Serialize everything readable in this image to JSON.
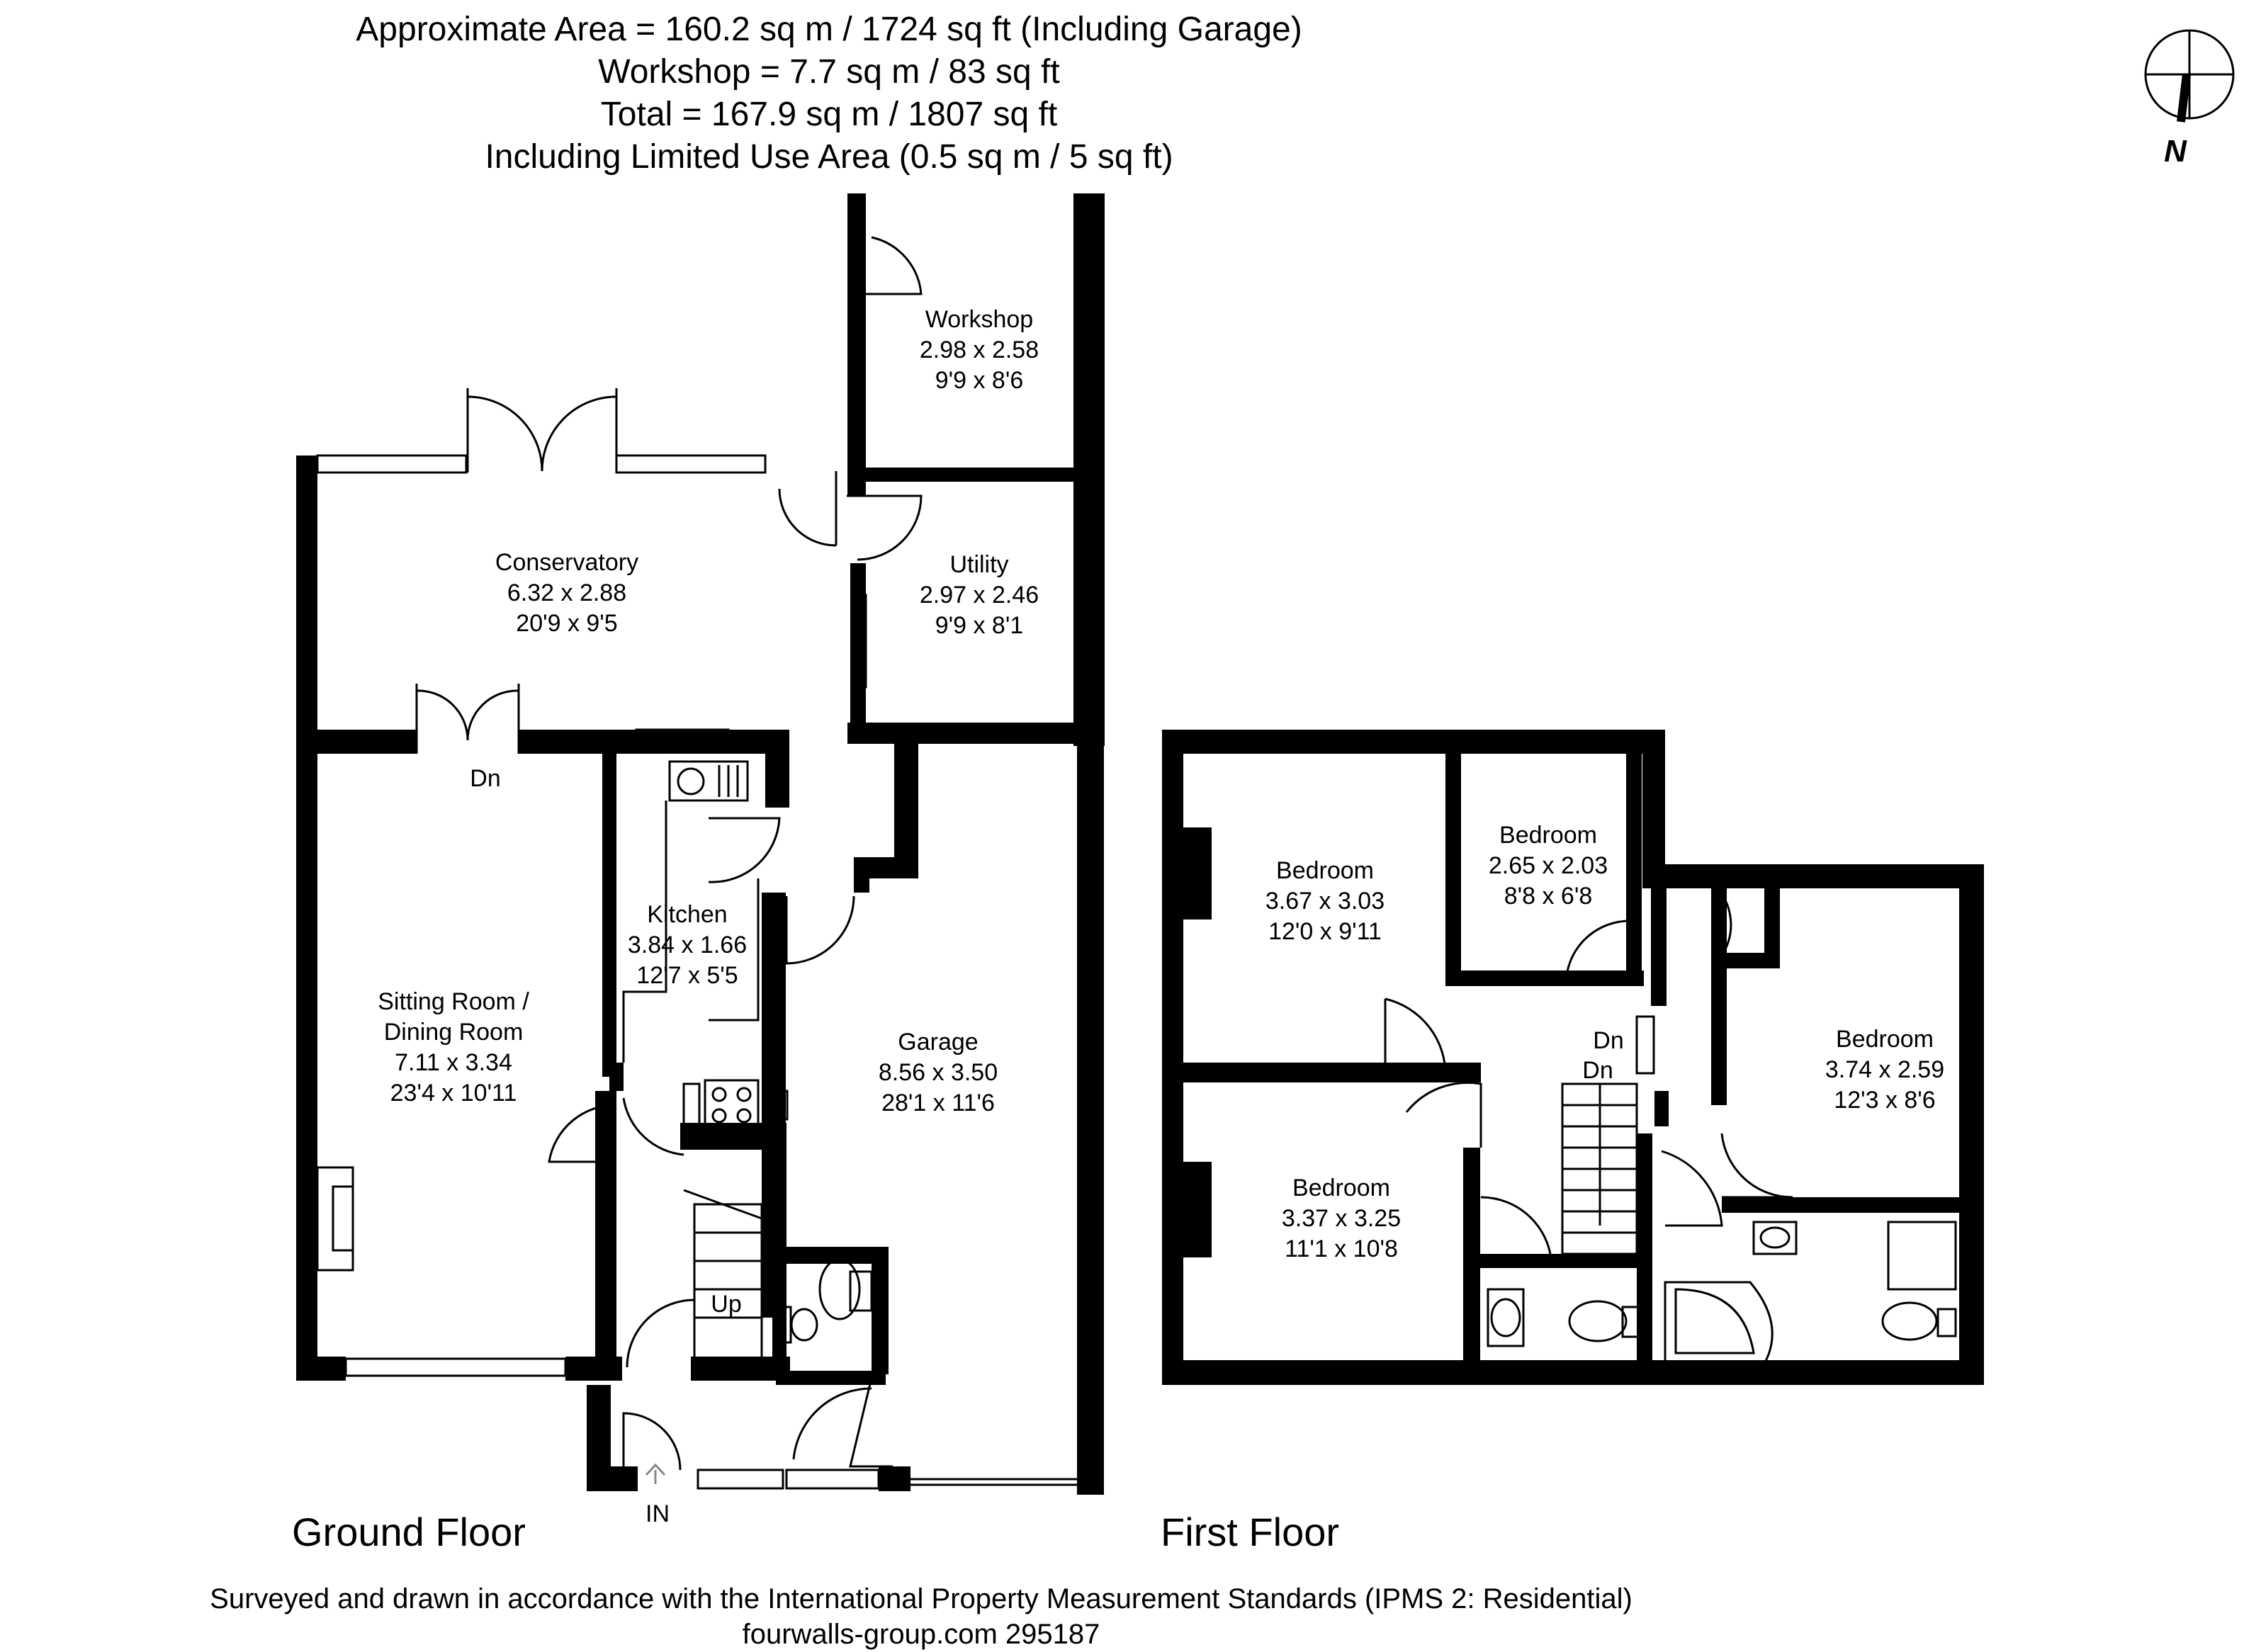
{
  "header": {
    "line1": "Approximate  Area = 160.2 sq m / 1724 sq ft (Including Garage)",
    "line2": "Workshop = 7.7 sq m / 83 sq ft",
    "line3": "Total = 167.9 sq m / 1807 sq ft",
    "line4": "Including Limited Use Area (0.5 sq m / 5 sq ft)"
  },
  "compass": {
    "label": "N"
  },
  "floors": {
    "ground": "Ground Floor",
    "first": "First Floor"
  },
  "ground_rooms": {
    "workshop": {
      "name": "Workshop",
      "metric": "2.98 x 2.58",
      "imperial": "9'9 x 8'6"
    },
    "conservatory": {
      "name": "Conservatory",
      "metric": "6.32 x 2.88",
      "imperial": "20'9 x 9'5"
    },
    "utility": {
      "name": "Utility",
      "metric": "2.97 x 2.46",
      "imperial": "9'9 x 8'1"
    },
    "kitchen": {
      "name": "Kitchen",
      "metric": "3.84 x 1.66",
      "imperial": "12'7 x 5'5"
    },
    "sitting": {
      "name1": "Sitting Room /",
      "name2": "Dining Room",
      "metric": "7.11 x 3.34",
      "imperial": "23'4 x 10'11"
    },
    "garage": {
      "name": "Garage",
      "metric": "8.56 x 3.50",
      "imperial": "28'1 x 11'6"
    }
  },
  "first_rooms": {
    "bedroom1": {
      "name": "Bedroom",
      "metric": "3.67 x 3.03",
      "imperial": "12'0 x 9'11"
    },
    "bedroom2": {
      "name": "Bedroom",
      "metric": "2.65 x 2.03",
      "imperial": "8'8 x 6'8"
    },
    "bedroom3": {
      "name": "Bedroom",
      "metric": "3.74 x 2.59",
      "imperial": "12'3 x 8'6"
    },
    "bedroom4": {
      "name": "Bedroom",
      "metric": "3.37 x 3.25",
      "imperial": "11'1 x 10'8"
    }
  },
  "stair_labels": {
    "dn_conservatory": "Dn",
    "up": "Up",
    "dn1": "Dn",
    "dn2": "Dn",
    "entrance": "IN"
  },
  "footer": {
    "line1": "Surveyed and drawn in accordance with the International Property Measurement Standards (IPMS 2: Residential)",
    "line2": "fourwalls-group.com 295187"
  }
}
